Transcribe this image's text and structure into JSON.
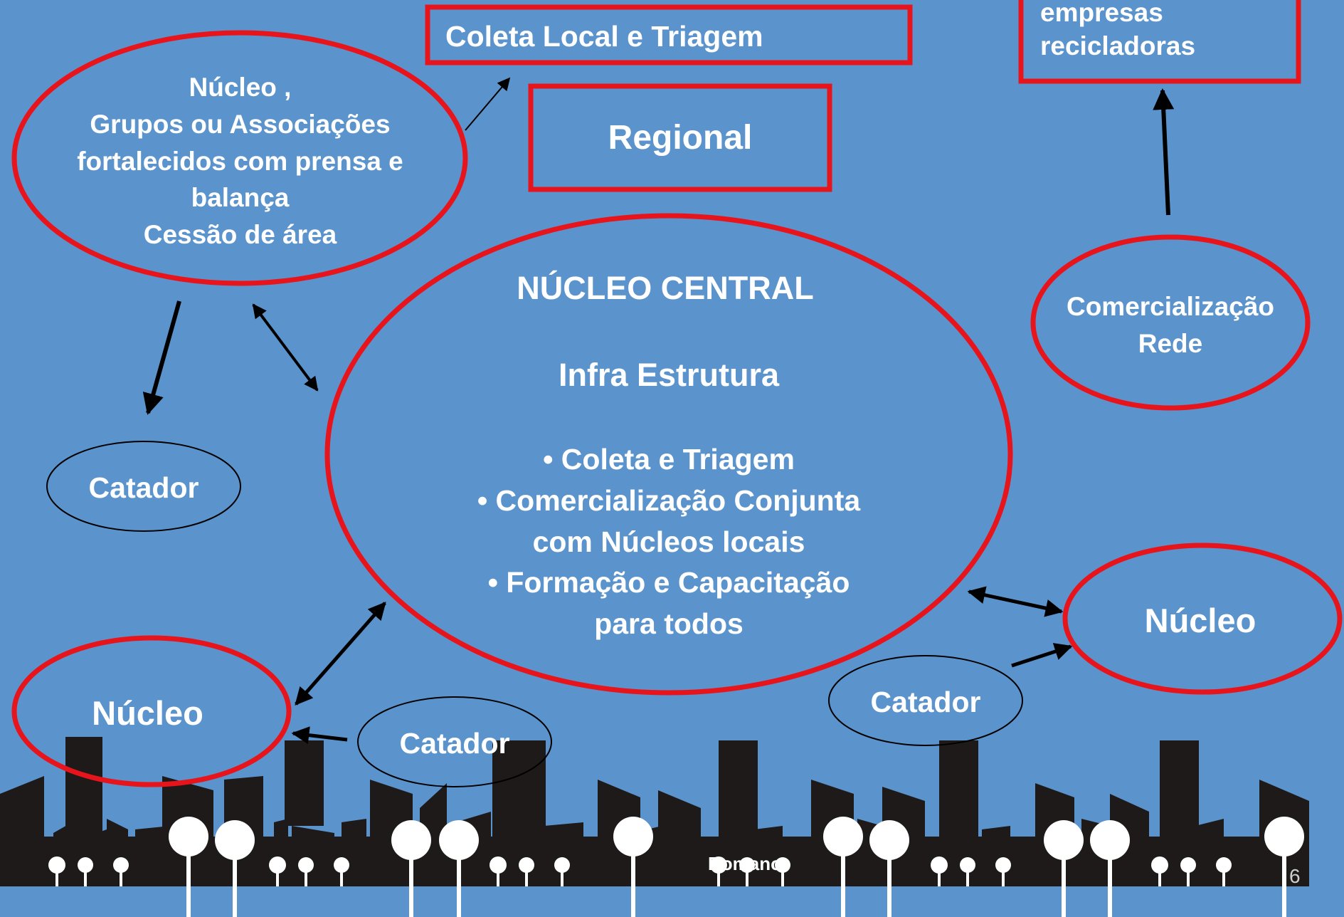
{
  "colors": {
    "background": "#5b93cc",
    "accent": "#e8141b",
    "silhouette": "#1d1a19",
    "text": "#ffffff"
  },
  "nodes": {
    "coleta_local": "Coleta Local e Triagem",
    "regional": "Regional",
    "empresas": [
      "empresas",
      "recicladoras"
    ],
    "nucleo_grupos": [
      "Núcleo ,",
      "Grupos ou Associações",
      "fortalecidos com prensa e",
      "balança",
      "Cessão de área"
    ],
    "nucleo_central_title": "NÚCLEO CENTRAL",
    "nucleo_central_subtitle": "Infra Estrutura",
    "nucleo_central_items": [
      "• Coleta e Triagem",
      "• Comercialização Conjunta",
      "com Núcleos locais",
      "• Formação e Capacitação",
      "para todos"
    ],
    "comercializacao": [
      "Comercialização",
      "Rede"
    ],
    "catador_left": "Catador",
    "catador_bottom": "Catador",
    "catador_right": "Catador",
    "nucleo_left": "Núcleo",
    "nucleo_right": "Núcleo"
  },
  "footer": {
    "name": "Romano",
    "page_number": "6"
  }
}
